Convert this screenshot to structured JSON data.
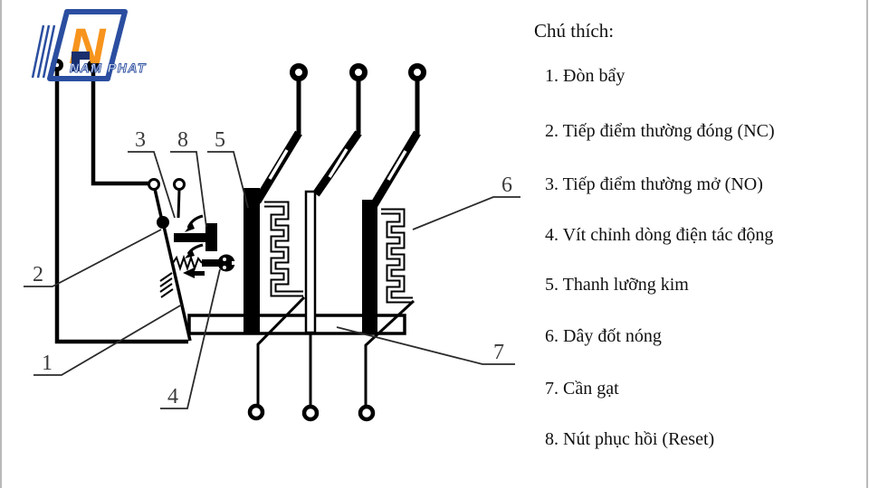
{
  "logo": {
    "monogram": "N",
    "text": "NAM PHAT",
    "blue": "#2b4ea0",
    "orange": "#f7941d"
  },
  "legend": {
    "title": "Chú thích:",
    "items": [
      "1. Đòn bẩy",
      "2. Tiếp điểm thường đóng (NC)",
      "3. Tiếp điểm thường mở (NO)",
      "4. Vít chỉnh dòng điện tác động",
      "5. Thanh lưỡng kim",
      "6. Dây đốt nóng",
      "7. Cần gạt",
      "8. Nút phục hồi (Reset)"
    ]
  },
  "diagram": {
    "callouts": [
      "1",
      "2",
      "3",
      "4",
      "5",
      "6",
      "7",
      "8"
    ],
    "line_color": "#000000",
    "callout_color": "#3a3a3a"
  }
}
